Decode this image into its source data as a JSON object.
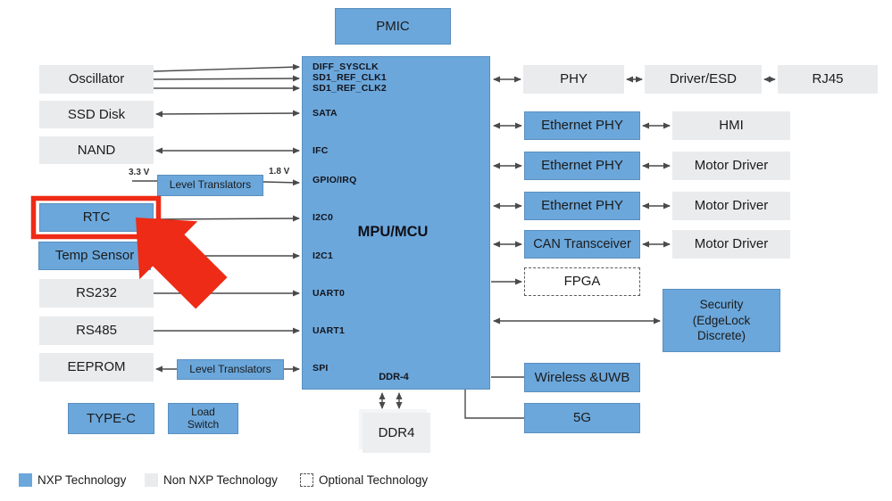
{
  "colors": {
    "nxp_blue": "#6BA7DB",
    "non_nxp_gray": "#E9EBED",
    "connector_line": "#4A4A4A",
    "annotation_red": "#EE2B16"
  },
  "blocks": {
    "pmic": "PMIC",
    "mpu": "MPU/MCU",
    "oscillator": "Oscillator",
    "ssd_disk": "SSD Disk",
    "nand": "NAND",
    "level_translators_top": "Level Translators",
    "rtc": "RTC",
    "temp_sensor": "Temp Sensor",
    "rs232": "RS232",
    "rs485": "RS485",
    "eeprom": "EEPROM",
    "level_translators_bottom": "Level Translators",
    "type_c": "TYPE-C",
    "load_switch": "Load Switch",
    "phy": "PHY",
    "driver_esd": "Driver/ESD",
    "rj45": "RJ45",
    "ethernet_phy_1": "Ethernet PHY",
    "ethernet_phy_2": "Ethernet PHY",
    "ethernet_phy_3": "Ethernet PHY",
    "hmi": "HMI",
    "motor_driver_1": "Motor Driver",
    "motor_driver_2": "Motor Driver",
    "motor_driver_3": "Motor Driver",
    "can_transceiver": "CAN Transceiver",
    "fpga": "FPGA",
    "security": "Security (EdgeLock Discrete)",
    "wireless_uwb": "Wireless &UWB",
    "five_g": "5G",
    "ddr4": "DDR4"
  },
  "mpu_pins": {
    "left": [
      "DIFF_SYSCLK",
      "SD1_REF_CLK1",
      "SD1_REF_CLK2",
      "SATA",
      "IFC",
      "GPIO/IRQ",
      "I2C0",
      "I2C1",
      "UART0",
      "UART1",
      "SPI"
    ],
    "bottom": "DDR-4"
  },
  "voltage_labels": {
    "level_translator_in": "3.3 V",
    "level_translator_out": "1.8 V"
  },
  "legend": {
    "nxp": "NXP Technology",
    "non_nxp": "Non NXP Technology",
    "optional": "Optional Technology"
  },
  "annotation": {
    "highlighted_block": "RTC"
  }
}
